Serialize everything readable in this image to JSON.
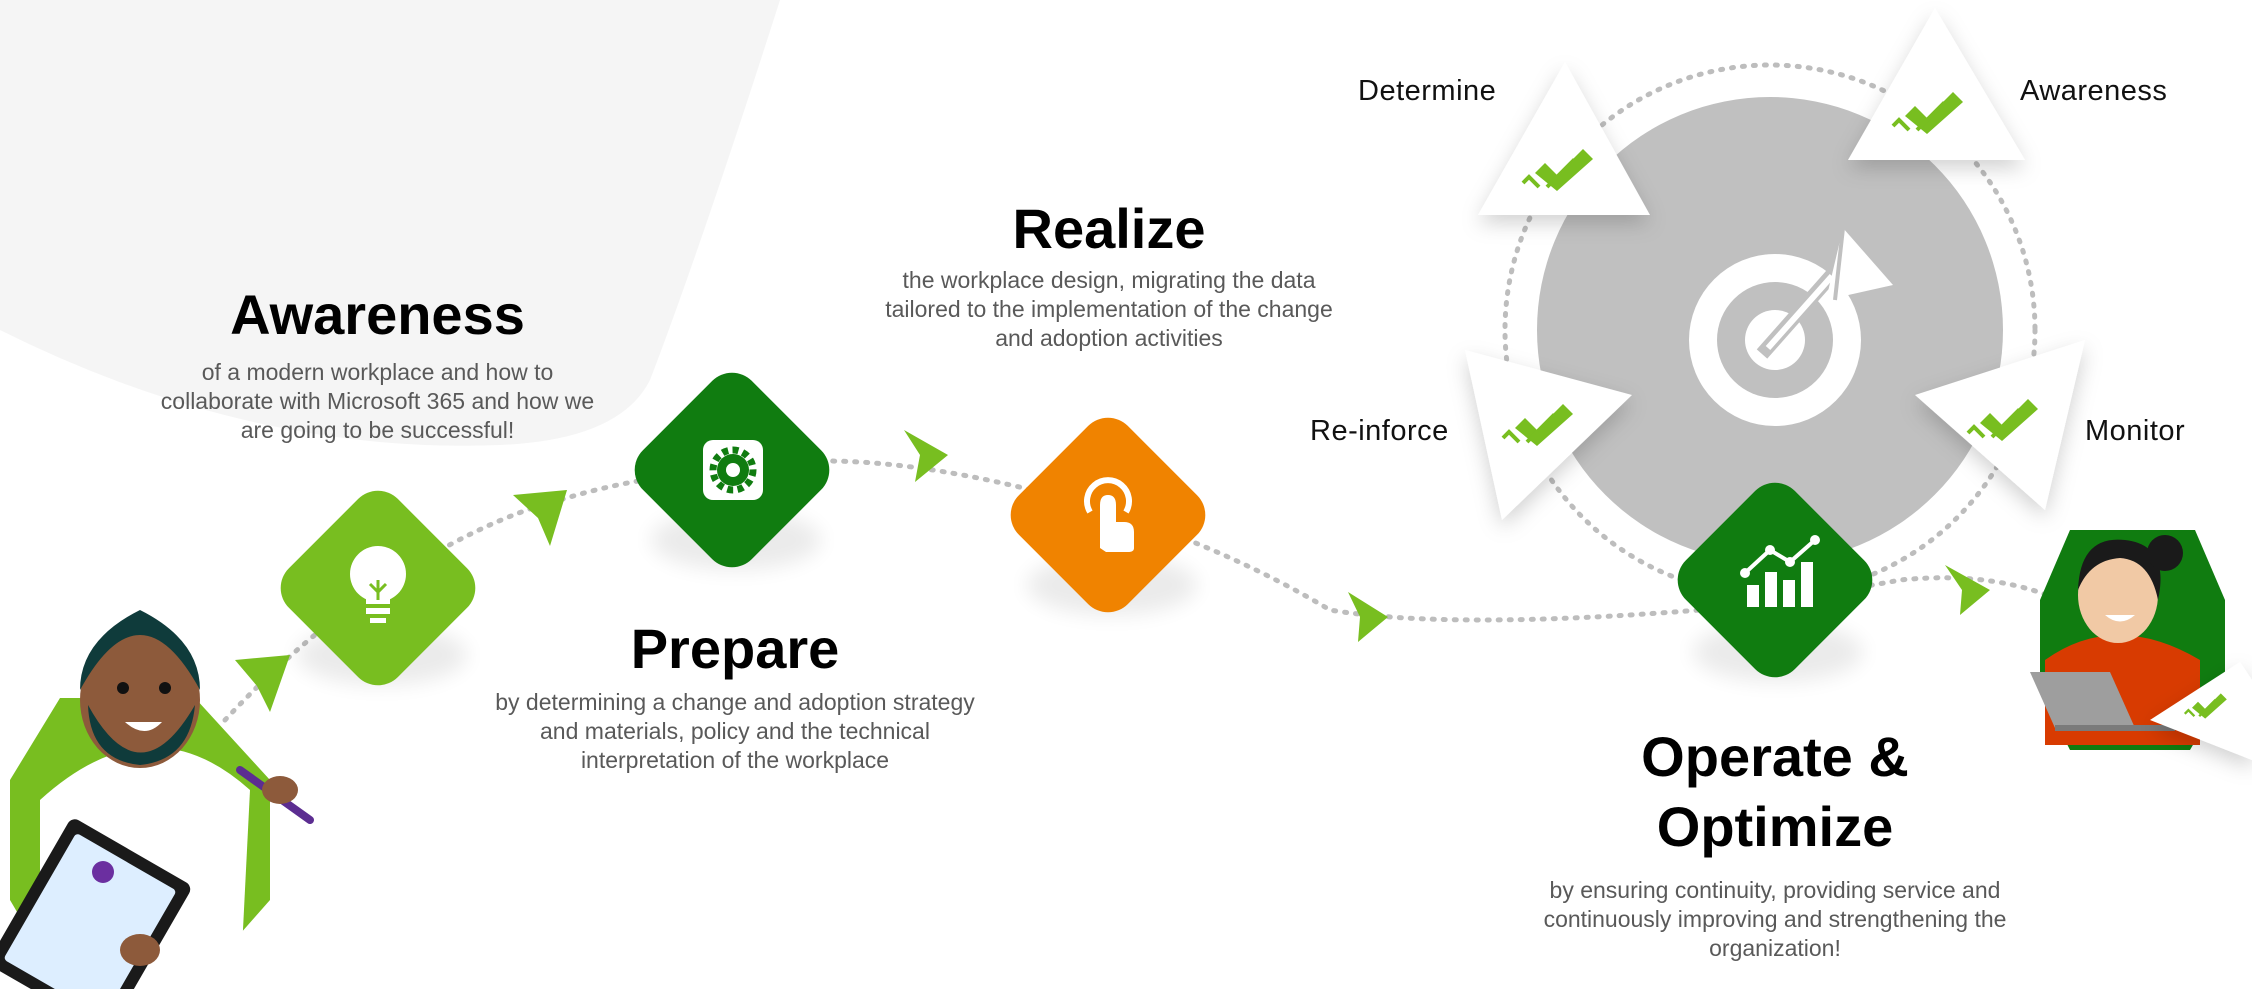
{
  "colors": {
    "lime": "#78BE20",
    "green": "#107C10",
    "orange": "#F08300",
    "cycle_disc": "#C0C0C0",
    "dots": "#BDBDBD"
  },
  "stages": [
    {
      "title": "Awareness",
      "description": "of a modern workplace and how to collaborate with Microsoft 365 and how we are going to be successful!",
      "icon": "lightbulb-icon"
    },
    {
      "title": "Prepare",
      "description": "by determining a change and adoption strategy and materials, policy and the technical interpretation of the workplace",
      "icon": "gear-icon"
    },
    {
      "title": "Realize",
      "description": "the workplace design, migrating the data tailored to the implementation of the change and adoption activities",
      "icon": "touch-icon"
    },
    {
      "title": "Operate & Optimize",
      "description": "by ensuring continuity, providing service and continuously improving and strengthening the organization!",
      "icon": "chart-icon"
    }
  ],
  "cycle": {
    "center_icon": "target-icon",
    "labels": [
      "Determine",
      "Awareness",
      "Re-inforce",
      "Monitor"
    ]
  }
}
